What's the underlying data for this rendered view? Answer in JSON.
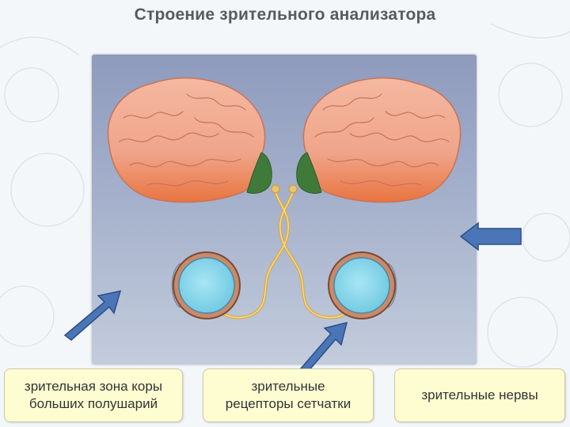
{
  "title": "Строение зрительного анализатора",
  "labels": {
    "cortex": "зрительная зона коры\nбольших полушарий",
    "receptors": "зрительные\nрецепторы сетчатки",
    "nerves": "зрительные нервы"
  },
  "colors": {
    "brain": "#f0a58a",
    "brain_lower": "#e8743f",
    "visual_cortex": "#3f7a3a",
    "eye_fill": "#8fd9ee",
    "nerve": "#e8c56a",
    "arrow": "#4a76b8",
    "label_bg": "#fefdd2"
  }
}
